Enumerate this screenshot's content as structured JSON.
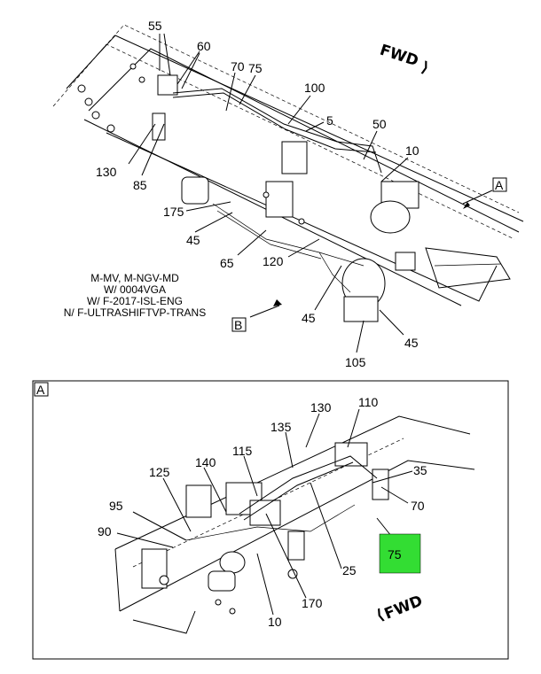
{
  "top_view": {
    "callouts": [
      "55",
      "60",
      "70",
      "75",
      "100",
      "5",
      "50",
      "10",
      "130",
      "85",
      "175",
      "45",
      "65",
      "120",
      "45",
      "45",
      "105"
    ],
    "forward_label": "FWD",
    "view_flag_a": "A",
    "view_flag_b": "B",
    "notes": [
      "M-MV, M-NGV-MD",
      "W/ 0004VGA",
      "W/ F-2017-ISL-ENG",
      "N/ F-ULTRASHIFTVP-TRANS"
    ]
  },
  "detail_view": {
    "title": "A",
    "callouts": [
      "130",
      "110",
      "135",
      "115",
      "140",
      "125",
      "35",
      "95",
      "70",
      "90",
      "25",
      "10",
      "170"
    ],
    "highlighted_callout": "75",
    "forward_label": "FWD"
  },
  "colors": {
    "highlight": "#33dd33",
    "line": "#000000"
  }
}
